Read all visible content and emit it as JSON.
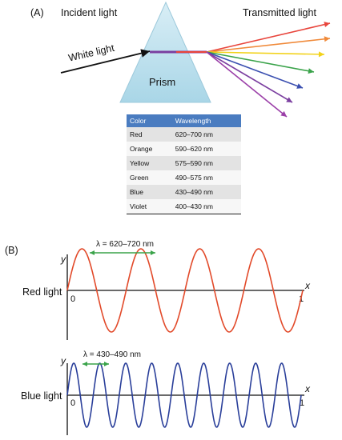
{
  "panel_a": {
    "label": "(A)",
    "incident_label": "Incident light",
    "transmitted_label": "Transmitted light",
    "white_light_label": "White light",
    "prism_label": "Prism",
    "ray_colors": [
      "#e8453c",
      "#f08a3a",
      "#f2d21a",
      "#3aa34a",
      "#3a4fb0",
      "#7b3fa0",
      "#9b3fa8"
    ],
    "table": {
      "headers": [
        "Color",
        "Wavelength"
      ],
      "rows": [
        {
          "color": "Red",
          "wavelength": "620–700 nm"
        },
        {
          "color": "Orange",
          "wavelength": "590–620 nm"
        },
        {
          "color": "Yellow",
          "wavelength": "575–590 nm"
        },
        {
          "color": "Green",
          "wavelength": "490–575 nm"
        },
        {
          "color": "Blue",
          "wavelength": "430–490 nm"
        },
        {
          "color": "Violet",
          "wavelength": "400–430 nm"
        }
      ]
    }
  },
  "panel_b": {
    "label": "(B)",
    "red": {
      "name": "Red light",
      "lambda": "λ = 620–720 nm",
      "y_axis": "y",
      "x_axis": "x",
      "origin": "0",
      "x_end": "1",
      "color": "#e24a2a",
      "cycles": 4
    },
    "blue": {
      "name": "Blue light",
      "lambda": "λ = 430–490 nm",
      "y_axis": "y",
      "x_axis": "x",
      "origin": "0",
      "x_end": "1",
      "color": "#2a3f9a",
      "cycles": 9
    }
  }
}
